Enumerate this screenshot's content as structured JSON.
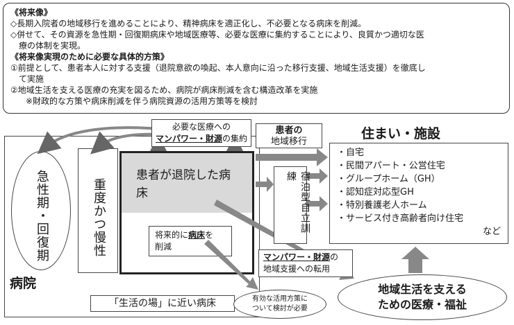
{
  "vision": {
    "heading": "《将来像》",
    "line1": "◇長期入院者の地域移行を進めることにより、精神病床を適正化し、不必要となる病床を削減。",
    "line2a": "◇併せて、その資源を急性期・回復期病床や地域医療等、必要な医療に集約することにより、良質かつ適切な医",
    "line2b": "療の体制を実現。"
  },
  "measures": {
    "heading": "《将来像実現のために必要な具体的方策》",
    "line1a": "①前提として、患者本人に対する支援（退院意欲の喚起、本人意向に沿った移行支援、地域生活支援）を徹底し",
    "line1b": "て実施",
    "line2": "②地域生活を支える医療の充実を図るため、病院が病床削減を含む構造改革を実施",
    "note": "※財政的な方策や病床削減を伴う病院資源の活用方策等を検討"
  },
  "diagram": {
    "hospital_label": "病院",
    "acute_label": "急性期・回復期",
    "chronic_label": "重度かつ慢性",
    "patient_beds": "患者が退院した病床",
    "reduce_line1": "将来的に",
    "reduce_bold": "病床",
    "reduce_line1_end": "を",
    "reduce_line2": "削減",
    "life_beds": "「生活の場」に近い病床",
    "manpower_top_line1": "必要な医療への",
    "manpower_top_bold": "マンパワー・財源",
    "manpower_top_end": "の集約",
    "transition_line1": "患者の",
    "transition_line2": "地域移行",
    "lodging_label": "宿泊型自立訓練",
    "housing_title": "住まい・施設",
    "housing_items": [
      "・自宅",
      "・民間アパート・公営住宅",
      "・グループホーム（GH）",
      "・認知症対応型GH",
      "・特別養護老人ホーム",
      "・サービス付き高齢者向け住宅"
    ],
    "housing_etc": "など",
    "manpower_mid_bold": "マンパワー・財源",
    "manpower_mid_end": "の",
    "manpower_mid_line2": "地域支援への転用",
    "support_line1": "地域生活を支える",
    "support_line2": "ための医療・福祉",
    "plan_line1": "有効な活用方策に",
    "plan_line2": "ついて検討が必要"
  }
}
